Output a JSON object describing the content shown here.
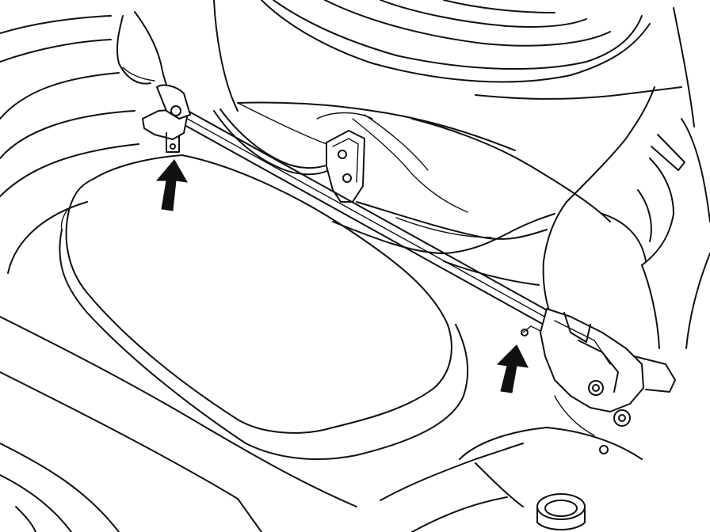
{
  "illustration": {
    "stroke_color": "#111111",
    "background_color": "#ffffff",
    "arrows": [
      {
        "name": "arrow-left-mount-point",
        "direction": "up"
      },
      {
        "name": "arrow-right-mount-point",
        "direction": "up"
      }
    ]
  }
}
